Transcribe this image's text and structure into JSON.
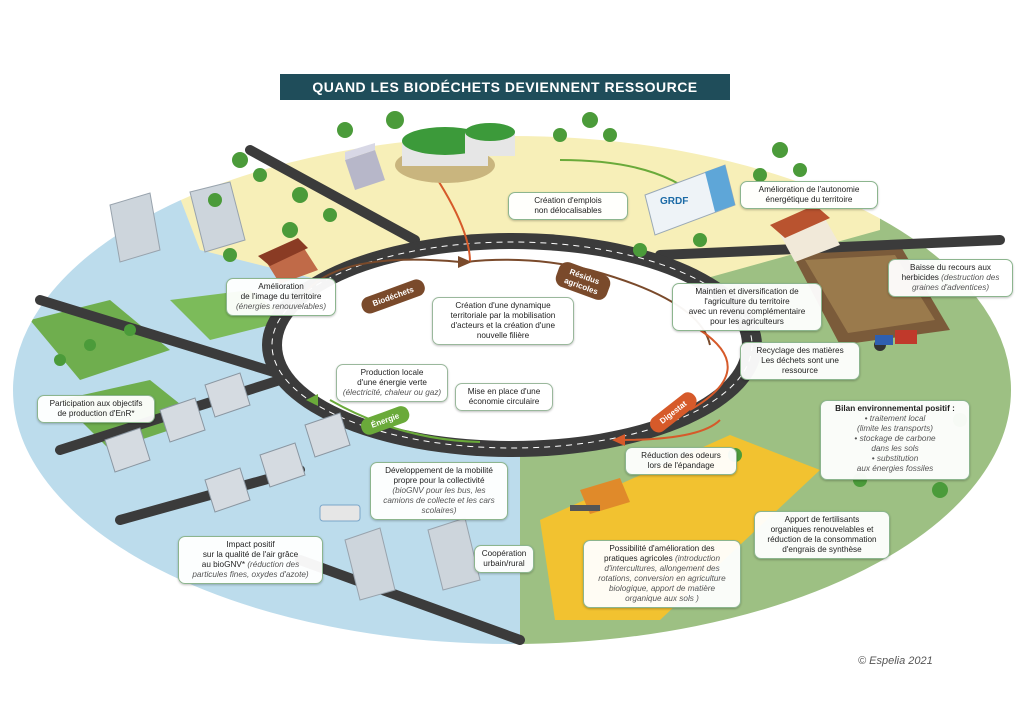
{
  "title": "Quand les biodéchets deviennent ressource",
  "copyright": "© Espelia 2021",
  "flow_labels": {
    "biodechets": "Biodéchets",
    "residus_line1": "Résidus",
    "residus_line2": "agricoles",
    "digestat": "Digestat",
    "energie": "Énergie"
  },
  "colors": {
    "title_bg": "#1f4d5a",
    "urban_blue": "#bcdcec",
    "agri_green": "#9dc083",
    "industry_yellow": "#f7efb8",
    "flow_brown": "#7a4a2b",
    "flow_green": "#6aaa3a",
    "flow_orange": "#d65a2a"
  },
  "boxes": {
    "emplois": {
      "l1": "Création d'emplois",
      "l2": "non délocalisables"
    },
    "autonomie": {
      "l1": "Amélioration de l'autonomie",
      "l2": "énergétique du territoire"
    },
    "image": {
      "l1": "Amélioration",
      "l2": "de l'image du territoire",
      "l3": "(énergies renouvelables)"
    },
    "dynamique": {
      "l1": "Création d'une dynamique",
      "l2": "territoriale par la mobilisation",
      "l3": "d'acteurs et la création d'une",
      "l4": "nouvelle filière"
    },
    "maintien": {
      "l1": "Maintien et diversification de",
      "l2": "l'agriculture du territoire",
      "l3": "avec un revenu complémentaire",
      "l4": "pour les agriculteurs"
    },
    "herbicides": {
      "l1": "Baisse du recours aux",
      "l2": "herbicides",
      "l2b": "(destruction des",
      "l3": "graines d'adventices)"
    },
    "recyclage": {
      "l1": "Recyclage des matières",
      "l2": "Les déchets sont une",
      "l3": "ressource"
    },
    "production": {
      "l1": "Production locale",
      "l2": "d'une énergie verte",
      "l3": "(électricité, chaleur ou gaz)"
    },
    "circulaire": {
      "l1": "Mise en place d'une",
      "l2": "économie circulaire"
    },
    "participation": {
      "l1": "Participation aux objectifs",
      "l2": "de production d'EnR*"
    },
    "bilan": {
      "l1": "Bilan environnemental positif :",
      "l2": "• traitement local",
      "l3": "(limite les transports)",
      "l4": "• stockage de carbone",
      "l5": "dans les sols",
      "l6": "• substitution",
      "l7": "aux énergies fossiles"
    },
    "odeurs": {
      "l1": "Réduction des odeurs",
      "l2": "lors de l'épandage"
    },
    "mobilite": {
      "l1": "Développement de la mobilité",
      "l2": "propre pour la collectivité",
      "l3": "(bioGNV pour les bus, les",
      "l4": "camions de collecte et les cars",
      "l5": "scolaires)"
    },
    "fertilisants": {
      "l1": "Apport de fertilisants",
      "l2": "organiques renouvelables et",
      "l3": "réduction de la consommation",
      "l4": "d'engrais de synthèse"
    },
    "air": {
      "l1": "Impact positif",
      "l2": "sur la qualité de l'air grâce",
      "l3": "au bioGNV*",
      "l3b": "(réduction des",
      "l4": "particules fines, oxydes d'azote)"
    },
    "cooperation": {
      "l1": "Coopération",
      "l2": "urbain/rural"
    },
    "pratiques": {
      "l1": "Possibilité d'amélioration des",
      "l2": "pratiques agricoles",
      "l2b": "(introduction",
      "l3": "d'intercultures, allongement des",
      "l4": "rotations, conversion en agriculture",
      "l5": "biologique, apport de matière",
      "l6": "organique aux sols )"
    }
  },
  "signs": {
    "grdf": "GRDF"
  }
}
